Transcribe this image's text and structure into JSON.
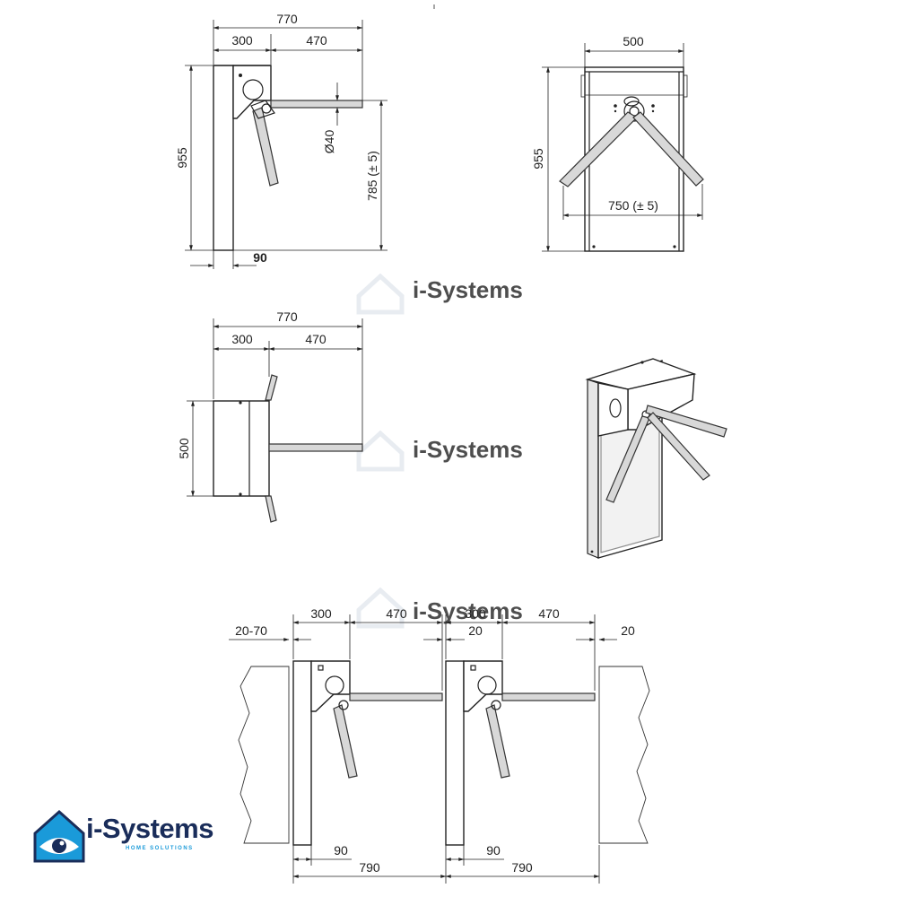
{
  "brand": {
    "name": "i-Systems",
    "tagline": "HOME SOLUTIONS",
    "primary_color": "#1a2d5a",
    "accent_color": "#1a9ad9"
  },
  "side_view": {
    "width_total": "770",
    "width_post": "300",
    "width_arm": "470",
    "height": "955",
    "arm_diameter": "Ø40",
    "arm_height": "785 (± 5)",
    "base_width": "90"
  },
  "front_view": {
    "width": "500",
    "height": "955",
    "passage": "750 (± 5)"
  },
  "top_view": {
    "width_total": "770",
    "width_post": "300",
    "width_arm": "470",
    "depth": "500"
  },
  "installation_view": {
    "left_gap": "20-70",
    "post_1": "300",
    "arm_1": "470",
    "post_2": "300",
    "arm_2": "470",
    "gap_mid": "20",
    "right_gap": "20",
    "base_1": "90",
    "base_2": "90",
    "pitch_1": "790",
    "pitch_2": "790"
  }
}
